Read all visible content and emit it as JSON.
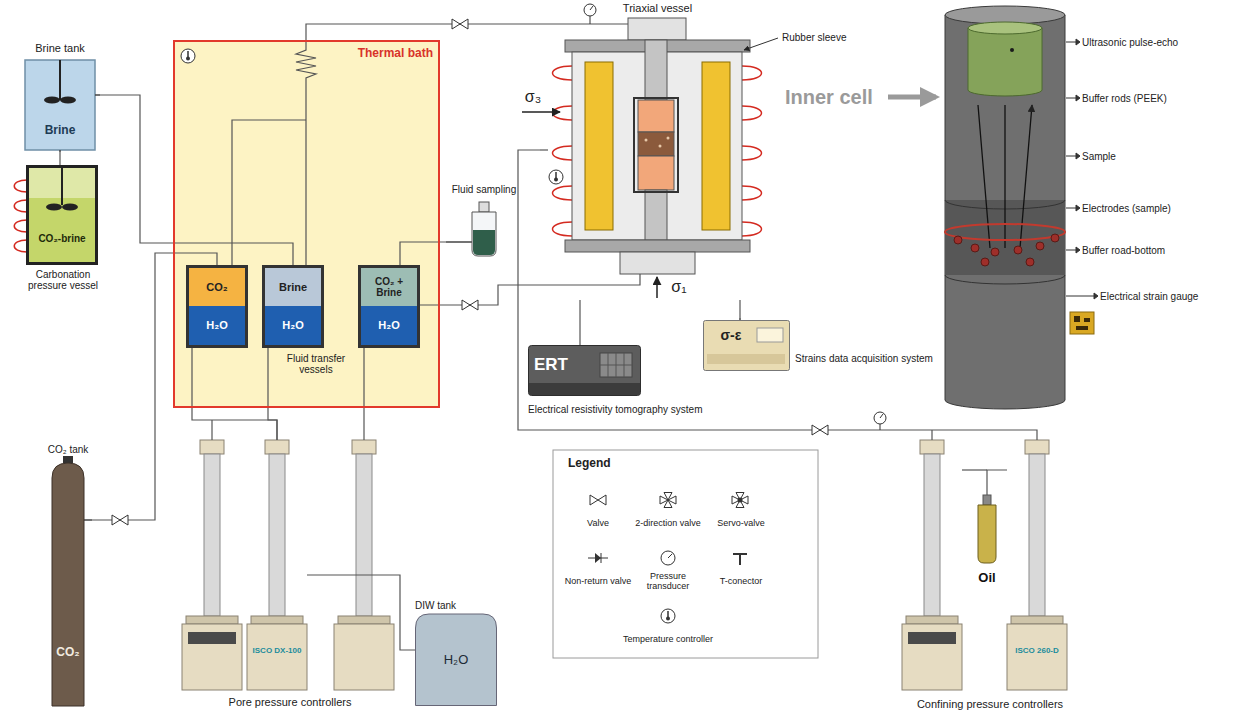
{
  "diagram": {
    "nodes": [
      {
        "text": [
          "Brine tank",
          "Brine"
        ]
      },
      {
        "text": [
          "CO₂-brine",
          "Carbonation pressure vessel"
        ]
      },
      {
        "text": [
          "Thermal bath"
        ]
      },
      {
        "text": [
          "CO₂",
          "H₂O"
        ],
        "in": 2
      },
      {
        "text": [
          "Brine",
          "H₂O"
        ],
        "in": 2
      },
      {
        "text": [
          "CO₂ + Brine",
          "H₂O"
        ],
        "in": 2
      },
      {
        "text": [
          "Fluid sampling"
        ]
      },
      {
        "text": [
          "Triaxial vessel"
        ]
      },
      {
        "text": [
          "ERT",
          "Electrical resistivity tomography system"
        ]
      },
      {
        "text": [
          "σ-ε",
          "Strains data acquisition system"
        ]
      },
      {
        "text": [
          "CO₂ tank",
          "CO₂"
        ]
      },
      {
        "text": [
          "ISCO DX-100"
        ]
      },
      {
        "text": [
          "DIW tank",
          "H₂O"
        ]
      },
      {
        "text": [
          "Oil"
        ]
      },
      {
        "text": [
          "ISCO 260-D"
        ]
      }
    ],
    "edges": [
      {
        "from": 0,
        "to": 1,
        "arrow": "none"
      },
      {
        "from": 0,
        "to": 4,
        "arrow": "none"
      },
      {
        "from": 10,
        "to": 3,
        "arrow": "none"
      },
      {
        "from": 11,
        "to": 3,
        "arrow": "none"
      },
      {
        "from": 11,
        "to": 4,
        "arrow": "none"
      },
      {
        "from": 11,
        "to": 12,
        "arrow": "none"
      },
      {
        "from": 5,
        "to": 6,
        "arrow": "none"
      },
      {
        "from": 5,
        "to": 7,
        "arrow": "none"
      },
      {
        "from": 7,
        "to": 8,
        "arrow": "none"
      },
      {
        "from": 7,
        "to": 9,
        "arrow": "none"
      },
      {
        "from": 14,
        "to": 7,
        "arrow": "none"
      },
      {
        "from": 13,
        "to": 14,
        "arrow": "none"
      },
      {
        "from": 2,
        "to": 7,
        "arrow": "none"
      }
    ],
    "labels": [
      "Fluid transfer vessels",
      "Pore pressure controllers",
      "Confining pressure controllers",
      "Rubber sleeve",
      "Inner cell",
      "σ₃",
      "σ₁",
      "Ultrasonic pulse-echo",
      "Buffer rods (PEEK)",
      "Sample",
      "Electrodes (sample)",
      "Buffer road-bottom",
      "Electrical strain gauge",
      "Legend"
    ],
    "legend": [
      {
        "text": "Valve"
      },
      {
        "text": "2-direction valve"
      },
      {
        "text": "Servo-valve"
      },
      {
        "text": "Non-return valve"
      },
      {
        "text": "Pressure transducer"
      },
      {
        "text": "T-conector"
      },
      {
        "text": "Temperature controller"
      }
    ]
  }
}
